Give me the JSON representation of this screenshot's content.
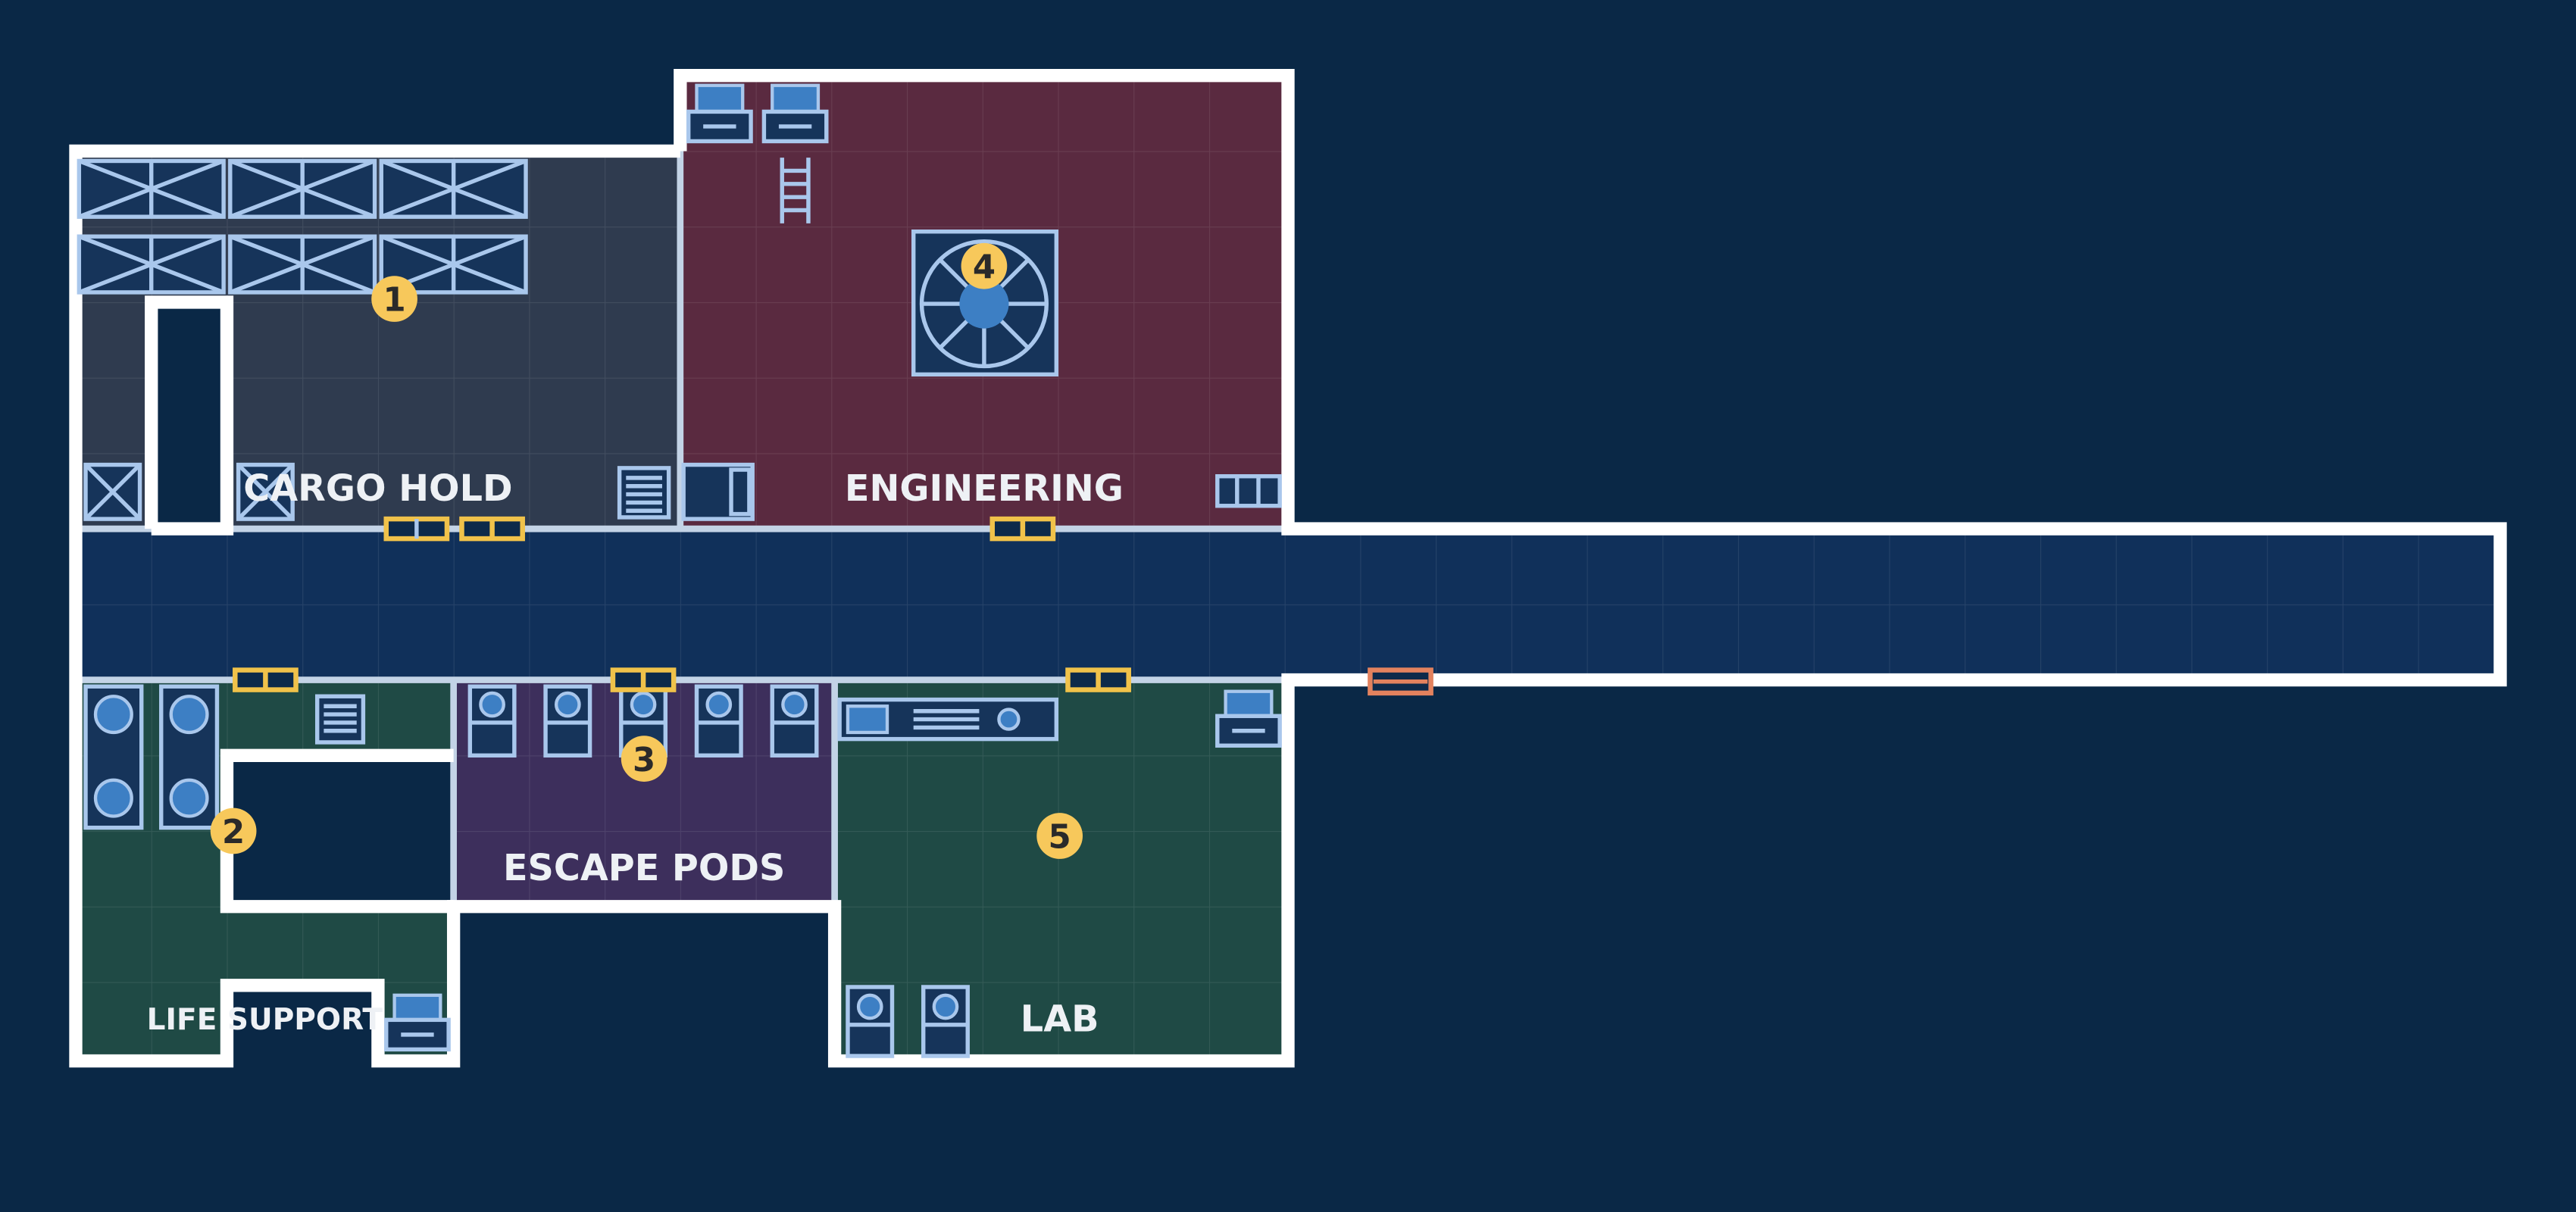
{
  "rooms": {
    "cargo_hold": "CARGO HOLD",
    "engineering": "ENGINEERING",
    "escape_pods": "ESCAPE PODS",
    "life_support": "LIFE SUPPORT",
    "lab": "LAB"
  },
  "markers": [
    "1",
    "2",
    "3",
    "4",
    "5"
  ],
  "colors": {
    "background": "#0a2846",
    "corridor": "#10305a",
    "cargo_hold": "#2f3b4f",
    "engineering": "#5a2a40",
    "escape_pods": "#3d2f5c",
    "life_support": "#1f4a45",
    "lab": "#1f4a45",
    "wall": "#ffffff",
    "door": "#f0c24a",
    "locked_door": "#e3825e",
    "marker": "#f7c85b"
  }
}
